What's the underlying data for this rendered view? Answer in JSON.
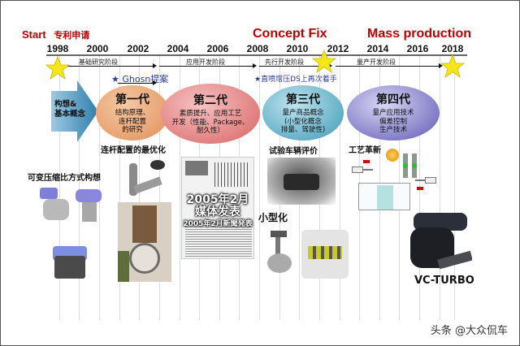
{
  "headings": {
    "start": "Start",
    "start_cn": "专利申请",
    "concept_fix": "Concept Fix",
    "mass_production": "Mass production"
  },
  "timeline": {
    "years": [
      "1998",
      "2000",
      "2002",
      "2004",
      "2006",
      "2008",
      "2010",
      "2012",
      "2014",
      "2016",
      "2018"
    ],
    "phases": [
      {
        "label": "基础研究阶段"
      },
      {
        "label": "应用开发阶段"
      },
      {
        "label": "先行开发阶段"
      },
      {
        "label": "量产开发阶段"
      }
    ],
    "milestone_stars": [
      "1998",
      "2011",
      "2018"
    ]
  },
  "notes": {
    "ghosn": "★ Ghosn提案",
    "ds": "★直喷增压DS上再次着手"
  },
  "concept_arrow": {
    "line1": "构想&",
    "line2": "基本概念",
    "color": "#4a8fb8"
  },
  "generations": [
    {
      "title": "第一代",
      "lines": [
        "结构原理、",
        "连杆配置",
        "的研究"
      ],
      "color": "#e8a070"
    },
    {
      "title": "第二代",
      "lines": [
        "素质提升、应用工艺",
        "开发（性能、Package、",
        "耐久性）"
      ],
      "color": "#e07878"
    },
    {
      "title": "第三代",
      "lines": [
        "量产商品概念",
        "(小型化概念",
        "排量、驾驶性)"
      ],
      "color": "#4aa6c0"
    },
    {
      "title": "第四代",
      "lines": [
        "量产应用技术",
        "偏差控制",
        "生产技术"
      ],
      "color": "#6a64b8"
    }
  ],
  "captions": {
    "vcr_concept": "可变压缩比方式构想",
    "link_opt": "连杆配置的最优化",
    "vehicle_eval": "试验车辆评价",
    "process_innov": "工艺革新",
    "downsizing": "小型化",
    "vc_turbo": "VC-TURBO"
  },
  "newspaper": {
    "line1": "2005年2月",
    "line2": "媒体发表",
    "line3": "2005年2月新聞発表"
  },
  "watermark": "头条 @大众侃车",
  "colors": {
    "title_red": "#c00000",
    "note_blue": "#2c3a9a",
    "star_yellow": "#f5e61a"
  }
}
